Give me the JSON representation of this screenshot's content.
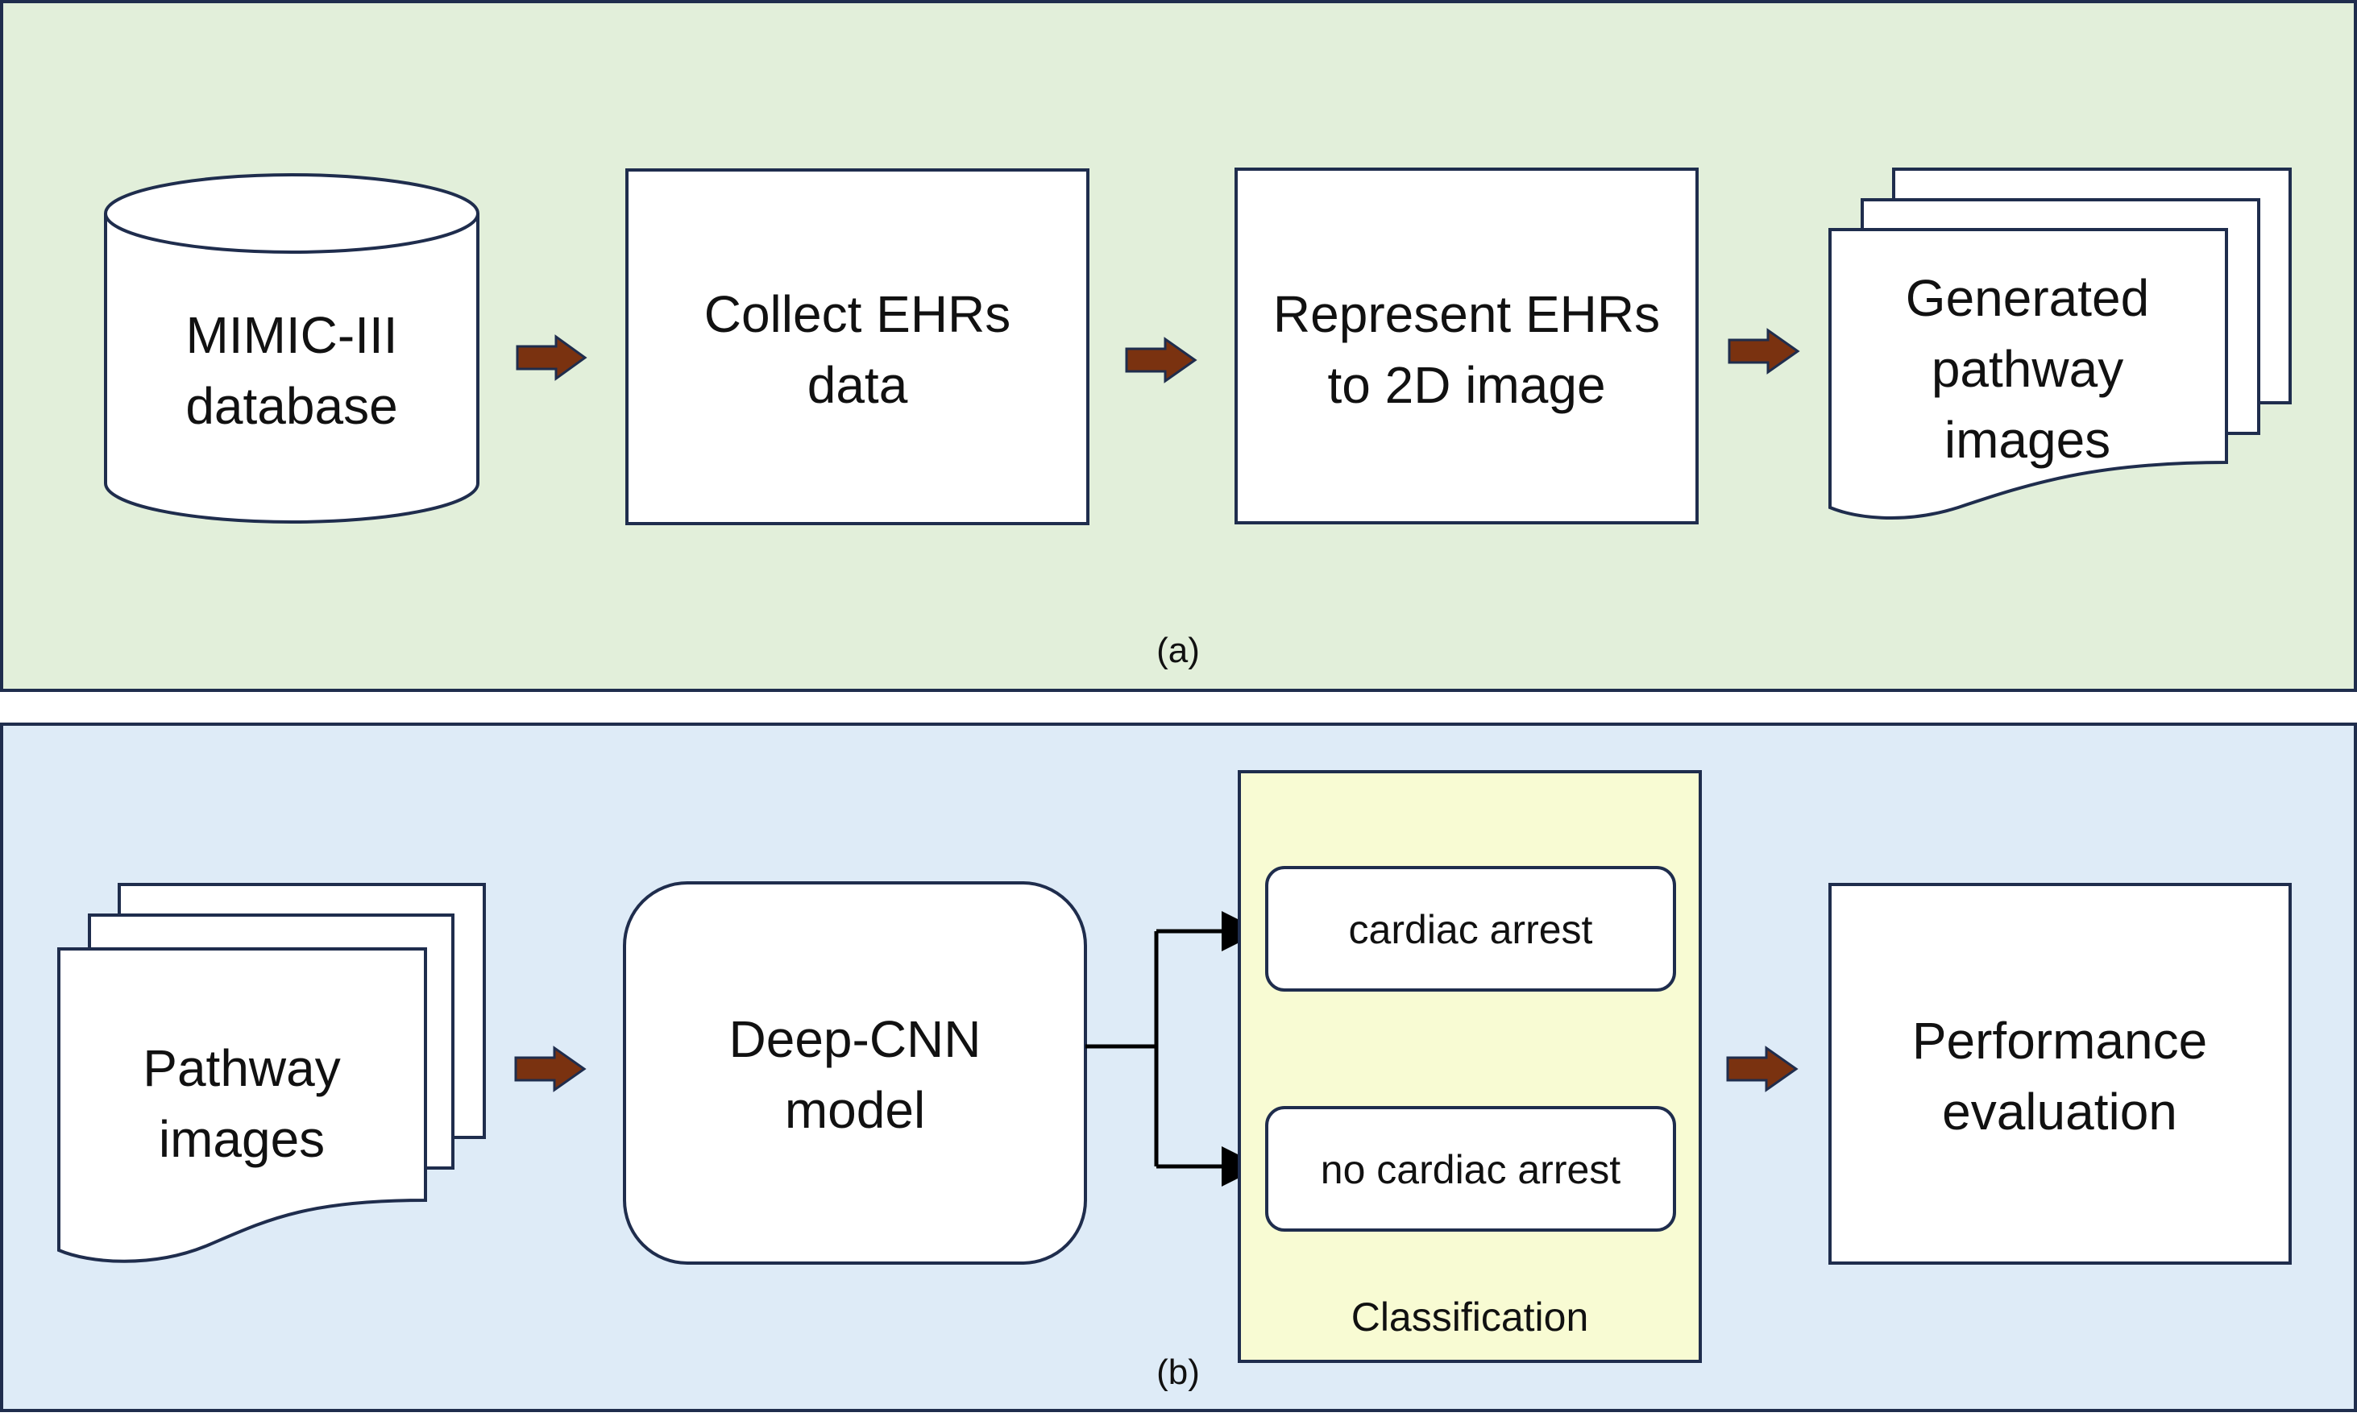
{
  "panel_a": {
    "caption": "(a)",
    "database": [
      "MIMIC-III",
      "database"
    ],
    "collect": [
      "Collect EHRs",
      "data"
    ],
    "represent": [
      "Represent EHRs",
      "to 2D image"
    ],
    "generated": [
      "Generated",
      "pathway",
      "images"
    ]
  },
  "panel_b": {
    "caption": "(b)",
    "pathway": [
      "Pathway",
      "images"
    ],
    "model": [
      "Deep-CNN",
      "model"
    ],
    "class_1": "cardiac arrest",
    "class_2": "no cardiac arrest",
    "classification": "Classification",
    "performance": [
      "Performance",
      "evaluation"
    ]
  },
  "colors": {
    "panel_a_bg": "#e2efda",
    "panel_b_bg": "#deebf7",
    "classification_bg": "#f8fbd3",
    "border": "#1f2d4d",
    "arrow": "#7a3210"
  }
}
